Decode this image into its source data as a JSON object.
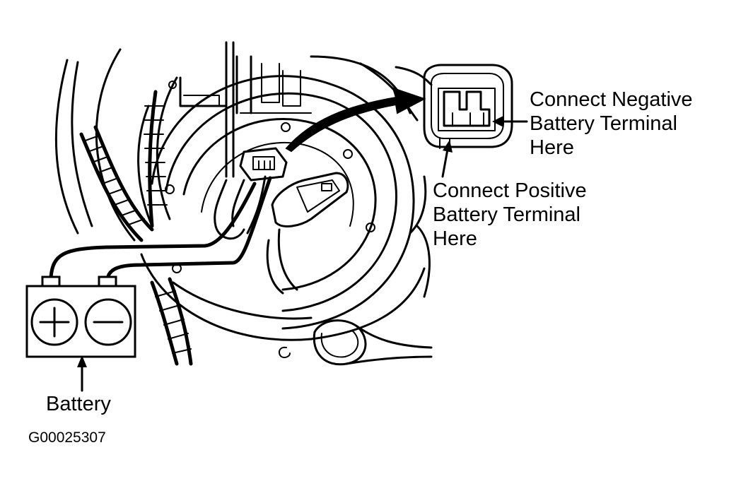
{
  "labels": {
    "negative": [
      "Connect Negative",
      "Battery Terminal",
      "Here"
    ],
    "positive": [
      "Connect Positive",
      "Battery Terminal",
      "Here"
    ],
    "battery": "Battery",
    "figure_code": "G00025307"
  },
  "battery_symbols": {
    "left": "+",
    "right": "−"
  }
}
